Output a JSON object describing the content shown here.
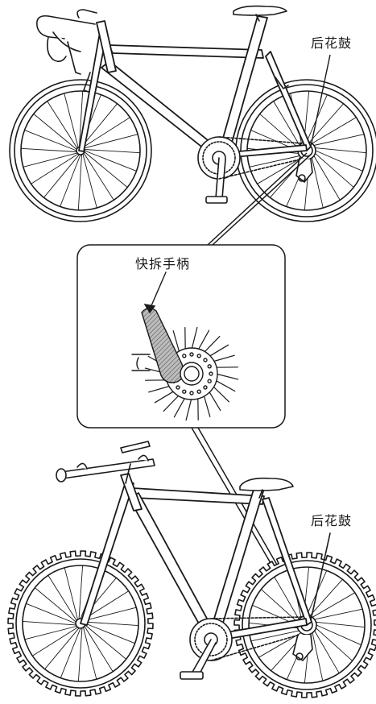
{
  "labels": {
    "road_rear_hub": "后花鼓",
    "quick_release_lever": "快拆手柄",
    "mtb_rear_hub": "后花鼓"
  },
  "colors": {
    "line": "#1a1a1a",
    "background": "#ffffff",
    "lever_fill": "#9a9a9a"
  }
}
